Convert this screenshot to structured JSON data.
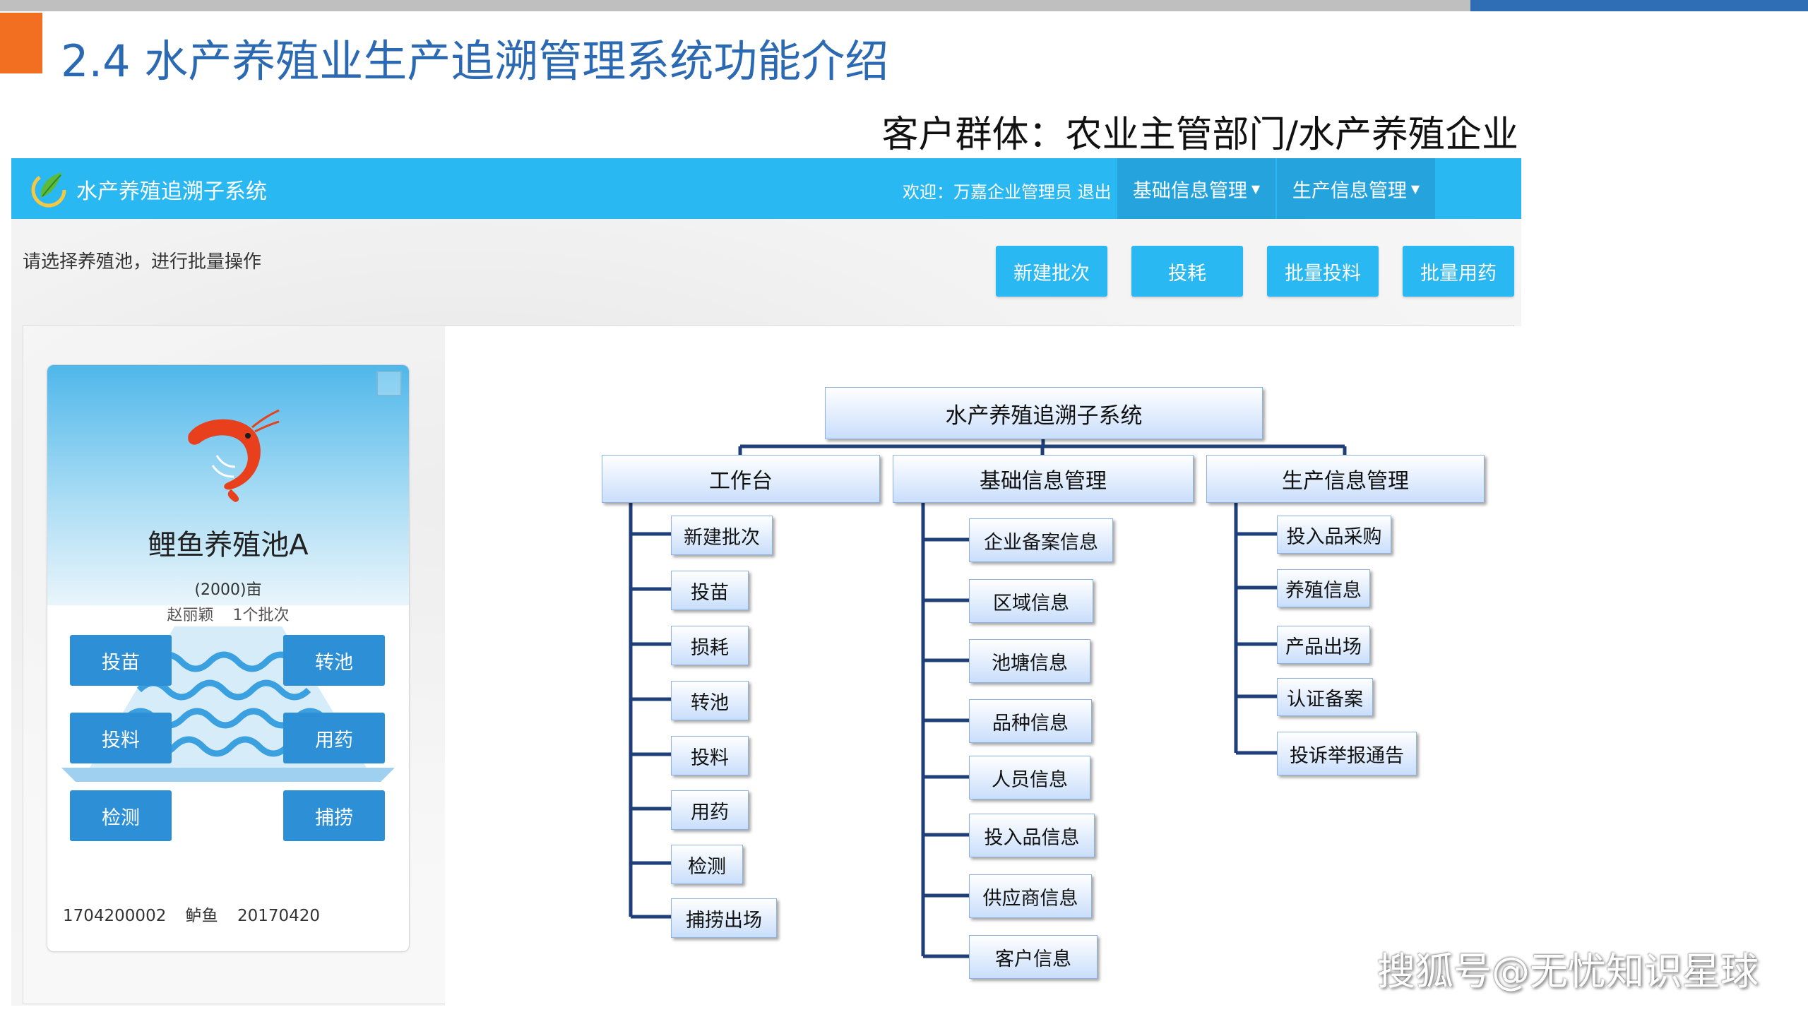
{
  "slide": {
    "title": "2.4 水产养殖业生产追溯管理系统功能介绍",
    "customer": "客户群体：农业主管部门/水产养殖企业",
    "watermark": "搜狐号@无忧知识星球"
  },
  "navbar": {
    "brand": "水产养殖追溯子系统",
    "welcome": "欢迎：万嘉企业管理员  退出",
    "menus": [
      {
        "label": "基础信息管理"
      },
      {
        "label": "生产信息管理"
      }
    ],
    "colors": {
      "bar": "#2ab8f2",
      "menu": "#24a3dc"
    }
  },
  "toolbar": {
    "prompt": "请选择养殖池，进行批量操作",
    "buttons": [
      {
        "label": "新建批次"
      },
      {
        "label": "投耗"
      },
      {
        "label": "批量投料"
      },
      {
        "label": "批量用药"
      }
    ]
  },
  "pond_card": {
    "name": "鲤鱼养殖池A",
    "area": "(2000)亩",
    "owner": "赵丽颖",
    "batches": "1个批次",
    "actions": [
      {
        "label": "投苗"
      },
      {
        "label": "转池"
      },
      {
        "label": "投料"
      },
      {
        "label": "用药"
      },
      {
        "label": "检测"
      },
      {
        "label": "捕捞"
      }
    ],
    "footer": {
      "batch_id": "1704200002",
      "species": "鲈鱼",
      "date": "20170420"
    }
  },
  "tree": {
    "root": "水产养殖追溯子系统",
    "branches": [
      {
        "label": "工作台",
        "children": [
          "新建批次",
          "投苗",
          "损耗",
          "转池",
          "投料",
          "用药",
          "检测",
          "捕捞出场"
        ]
      },
      {
        "label": "基础信息管理",
        "children": [
          "企业备案信息",
          "区域信息",
          "池塘信息",
          "品种信息",
          "人员信息",
          "投入品信息",
          "供应商信息",
          "客户信息"
        ]
      },
      {
        "label": "生产信息管理",
        "children": [
          "投入品采购",
          "养殖信息",
          "产品出场",
          "认证备案",
          "投诉举报通告"
        ]
      }
    ]
  }
}
